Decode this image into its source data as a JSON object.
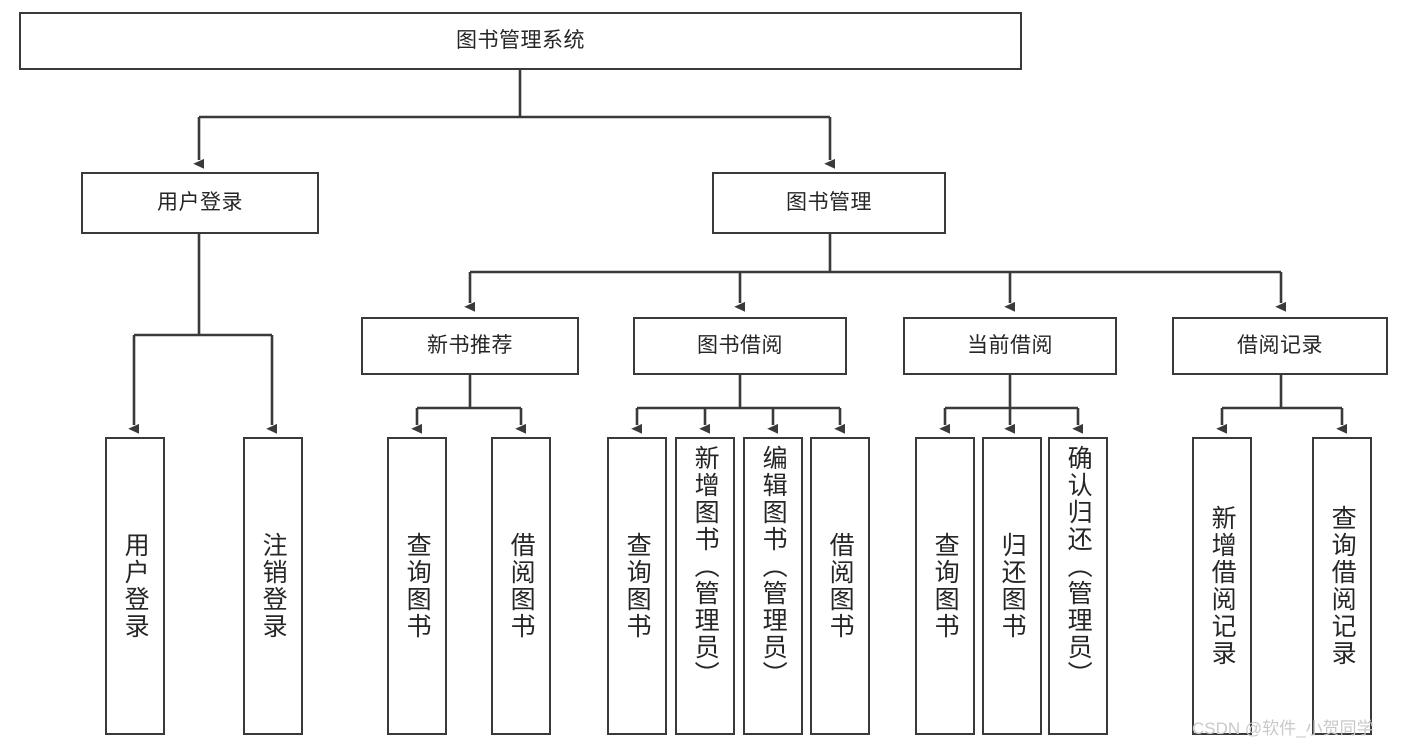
{
  "diagram": {
    "title": "图书管理系统",
    "type": "tree",
    "orientation": "top-down",
    "colors": {
      "box_border": "#3a3a3a",
      "box_fill": "#ffffff",
      "edge": "#3a3a3a",
      "text": "#262626",
      "watermark": "#c9c9c9",
      "background": "#ffffff"
    },
    "nodes": {
      "root": {
        "label": "图书管理系统"
      },
      "level1": [
        {
          "id": "user-login",
          "label": "用户登录"
        },
        {
          "id": "book-management",
          "label": "图书管理"
        }
      ],
      "level2": [
        {
          "id": "new-book-recommend",
          "label": "新书推荐"
        },
        {
          "id": "book-borrow",
          "label": "图书借阅"
        },
        {
          "id": "current-borrow",
          "label": "当前借阅"
        },
        {
          "id": "borrow-record",
          "label": "借阅记录"
        }
      ],
      "leaves": {
        "user_login": [
          {
            "id": "leaf-user-login",
            "label": "用户登录"
          },
          {
            "id": "leaf-logout",
            "label": "注销登录"
          }
        ],
        "new_book_recommend": [
          {
            "id": "leaf-query-book-1",
            "label": "查询图书"
          },
          {
            "id": "leaf-borrow-book-1",
            "label": "借阅图书"
          }
        ],
        "book_borrow": [
          {
            "id": "leaf-query-book-2",
            "label": "查询图书"
          },
          {
            "id": "leaf-add-book",
            "label": "新增图书（管理员）"
          },
          {
            "id": "leaf-edit-book",
            "label": "编辑图书（管理员）"
          },
          {
            "id": "leaf-borrow-book-2",
            "label": "借阅图书"
          }
        ],
        "current_borrow": [
          {
            "id": "leaf-query-book-3",
            "label": "查询图书"
          },
          {
            "id": "leaf-return-book",
            "label": "归还图书"
          },
          {
            "id": "leaf-confirm-return",
            "label": "确认归还（管理员）"
          }
        ],
        "borrow_record": [
          {
            "id": "leaf-add-record",
            "label": "新增借阅记录"
          },
          {
            "id": "leaf-query-record",
            "label": "查询借阅记录"
          }
        ]
      }
    }
  },
  "watermark": {
    "text": "CSDN @软件_小贺同学"
  }
}
